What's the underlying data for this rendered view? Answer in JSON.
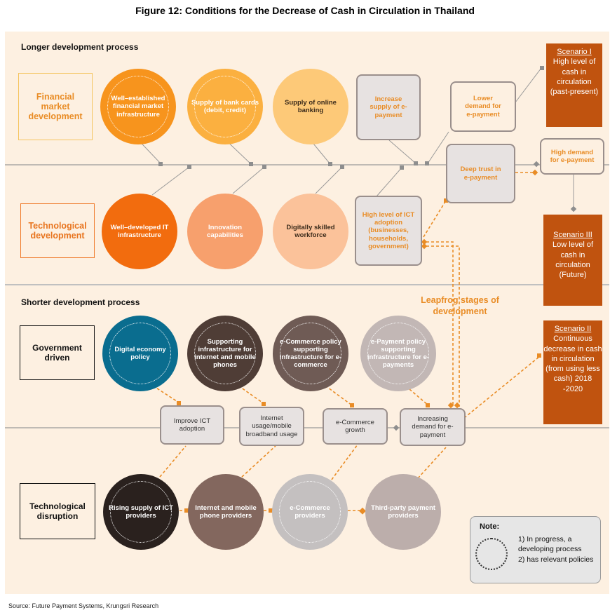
{
  "title": "Figure 12: Conditions for the Decrease of Cash in Circulation in Thailand",
  "sections": {
    "longer": "Longer development process",
    "shorter": "Shorter development process"
  },
  "categories": {
    "financial": "Financial market development",
    "technological": "Technological development",
    "government": "Government driven",
    "disruption": "Technological disruption"
  },
  "circles": {
    "fin1": "Well–established financial market infrastructure",
    "fin2": "Supply of bank cards (debit, credit)",
    "fin3": "Supply of online banking",
    "tech1": "Well–developed IT infrastructure",
    "tech2": "Innovation capabilities",
    "tech3": "Digitally skilled workforce",
    "gov1": "Digital economy policy",
    "gov2": "Supporting infrastructure for internet and mobile phones",
    "gov3": "e-Commerce policy supporting infrastructure for e-commerce",
    "gov4": "e-Payment policy supporting infrastructure for e-payments",
    "dis1": "Rising supply of ICT providers",
    "dis2": "Internet and mobile phone providers",
    "dis3": "e-Commerce providers",
    "dis4": "Third-party payment providers"
  },
  "boxes": {
    "increase_supply": "Increase supply of e-payment",
    "high_ict": "High level of ICT adoption (businesses, households, government)",
    "lower_demand": "Lower demand for e-payment",
    "deep_trust": "Deep trust in e-payment",
    "high_demand": "High demand for e-payment",
    "improve_ict": "Improve ICT adoption",
    "internet_usage": "Internet usage/mobile broadband usage",
    "ecommerce_growth": "e-Commerce growth",
    "increasing_demand": "Increasing demand for e-payment"
  },
  "scenarios": {
    "s1_head": "Scenario I",
    "s1_body": "High level of cash in circulation (past-present)",
    "s3_head": "Scenario III",
    "s3_body": "Low level of cash in circulation (Future)",
    "s2_head": "Scenario II",
    "s2_body": "Continuous decrease in cash in circulation (from using less cash) 2018 -2020"
  },
  "leapfrog": "Leapfrog stages of development",
  "note": {
    "title": "Note:",
    "item1": "1)  In progress, a developing process",
    "item2": "2)  has relevant policies"
  },
  "source": "Source: Future Payment Systems, Krungsri Research",
  "colors": {
    "panel": "#fdf0e1",
    "accent_orange": "#e98c25",
    "scenario_brown": "#c0530f",
    "box_grey": "#e7e2e1"
  }
}
